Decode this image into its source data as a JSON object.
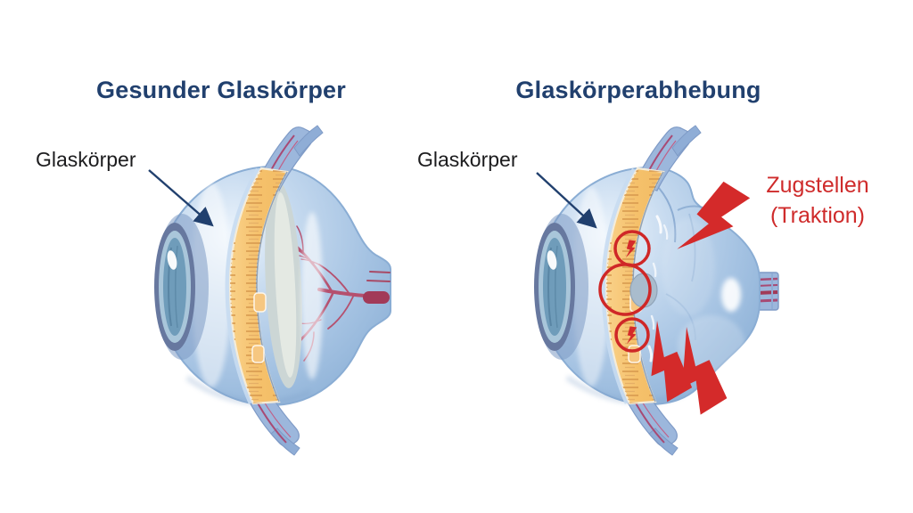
{
  "figure": {
    "left_panel": {
      "title": "Gesunder Glaskörper",
      "label": "Glaskörper"
    },
    "right_panel": {
      "title": "Glaskörperabhebung",
      "label": "Glaskörper",
      "annotation": {
        "line1": "Zugstellen",
        "line2": "(Traktion)"
      }
    }
  },
  "icons": {
    "lightning-bolt-icon": "⚡",
    "label-arrow-icon": "↘",
    "traction-circle-icon": "◯"
  },
  "colors": {
    "background": "#ffffff",
    "title_navy": "#21406e",
    "label_black": "#1c1c1e",
    "accent_red": "#cf2b2b",
    "bolt_red": "#d42a2a",
    "eye_blue_mid": "#a4c0de",
    "eye_blue_highlight": "#eaf3fc",
    "eye_blue_edge": "#8aadd4",
    "band_orange": "#f5c679",
    "band_hatch_orange": "#d89a4e",
    "vessel_maroon": "#b5506e",
    "optic_nerve_maroon": "#a23a58",
    "muscle_blue": "#9cb7dc",
    "muscle_stripe": "#a84a74",
    "lens_slate": "#67789f",
    "lens_teal": "#6f9cba",
    "vitreous_sliver_gray": "#ccd6d5"
  }
}
